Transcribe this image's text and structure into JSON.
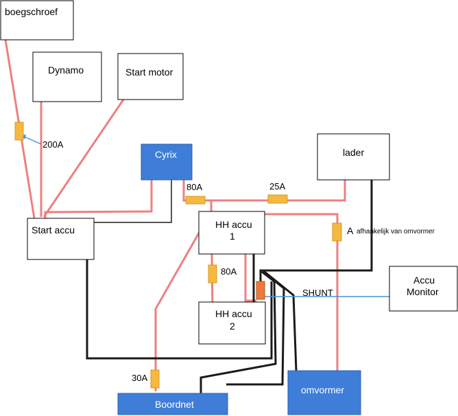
{
  "boxes": {
    "boegschroef": "boegschroef",
    "dynamo": "Dynamo",
    "start_motor": "Start motor",
    "cyrix": "Cyrix",
    "start_accu": "Start accu",
    "lader": "lader",
    "hh_accu_1_line1": "HH accu",
    "hh_accu_1_line2": "1",
    "hh_accu_2_line1": "HH accu",
    "hh_accu_2_line2": "2",
    "accu_monitor_line1": "Accu",
    "accu_monitor_line2": "Monitor",
    "omvormer": "omvormer",
    "boordnet": "Boordnet"
  },
  "fuses": {
    "fuse_200a": "200A",
    "fuse_80a_top": "80A",
    "fuse_25a": "25A",
    "fuse_80a_mid": "80A",
    "fuse_30a": "30A",
    "fuse_omvormer_prefix": "A",
    "fuse_omvormer_note": "afhankelijk van omvormer"
  },
  "labels": {
    "shunt": "SHUNT"
  },
  "colors": {
    "positive_wire": "#ee7f7f",
    "negative_wire": "#1a1a1a",
    "signal_wire": "#4a90d9",
    "fuse_fill": "#f5b840",
    "shunt_fill": "#ea7a3a",
    "blue_box_fill": "#3f7ed8"
  }
}
